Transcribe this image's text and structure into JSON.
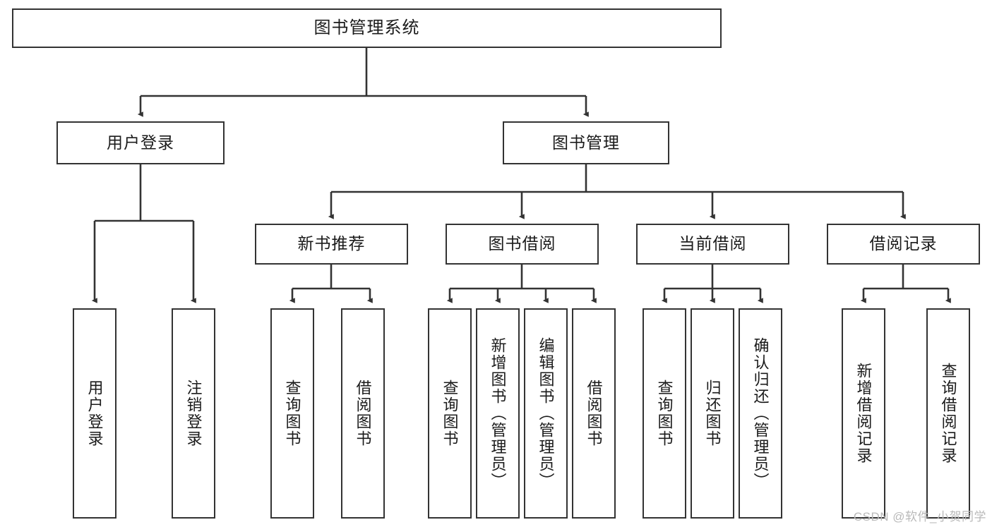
{
  "diagram": {
    "title": "图书管理系统",
    "type": "tree-hierarchy-diagram",
    "style": {
      "box_border_color": "#333333",
      "box_fill_color": "#ffffff",
      "edge_color": "#333333",
      "text_color": "#1b1b1b",
      "background": "#ffffff"
    },
    "root": {
      "label": "图书管理系统"
    },
    "level2": [
      {
        "label": "用户登录"
      },
      {
        "label": "图书管理"
      }
    ],
    "level3": [
      {
        "label": "新书推荐"
      },
      {
        "label": "图书借阅"
      },
      {
        "label": "当前借阅"
      },
      {
        "label": "借阅记录"
      }
    ],
    "leaves": {
      "user_login": [
        {
          "label": "用户登录"
        },
        {
          "label": "注销登录"
        }
      ],
      "new_book_recommend": [
        {
          "label": "查询图书"
        },
        {
          "label": "借阅图书"
        }
      ],
      "book_borrow": [
        {
          "label": "查询图书"
        },
        {
          "label": "新增图书（管理员）"
        },
        {
          "label": "编辑图书（管理员）"
        },
        {
          "label": "借阅图书"
        }
      ],
      "current_borrow": [
        {
          "label": "查询图书"
        },
        {
          "label": "归还图书"
        },
        {
          "label": "确认归还（管理员）"
        }
      ],
      "borrow_record": [
        {
          "label": "新增借阅记录"
        },
        {
          "label": "查询借阅记录"
        }
      ]
    }
  },
  "watermark": {
    "text": "CSDN @软件_小贺同学"
  }
}
